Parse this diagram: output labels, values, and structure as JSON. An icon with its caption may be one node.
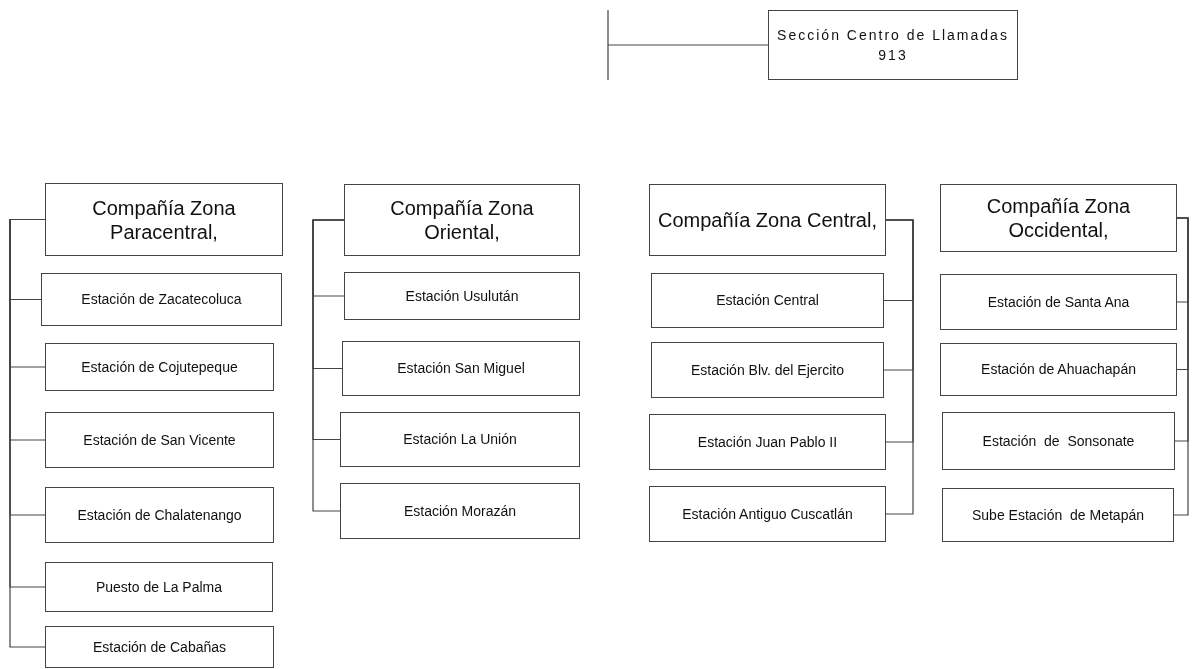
{
  "diagram": {
    "nodes": [
      {
        "text": [
          "Sección Centro de Llamadas 913"
        ]
      },
      {
        "text": [
          "Compañía Zona Paracentral,"
        ]
      },
      {
        "text": [
          "Estación de Zacatecoluca"
        ]
      },
      {
        "text": [
          "Estación de Cojutepeque"
        ]
      },
      {
        "text": [
          "Estación de San Vicente"
        ]
      },
      {
        "text": [
          "Estación de Chalatenango"
        ]
      },
      {
        "text": [
          "Puesto de La Palma"
        ]
      },
      {
        "text": [
          "Estación de Cabañas"
        ]
      },
      {
        "text": [
          "Compañía Zona Oriental,"
        ]
      },
      {
        "text": [
          "Estación Usulután"
        ]
      },
      {
        "text": [
          "Estación San Miguel"
        ]
      },
      {
        "text": [
          "Estación La Unión"
        ]
      },
      {
        "text": [
          "Estación Morazán"
        ]
      },
      {
        "text": [
          "Compañía Zona Central,"
        ]
      },
      {
        "text": [
          "Estación Central"
        ]
      },
      {
        "text": [
          "Estación Blv. del Ejercito"
        ]
      },
      {
        "text": [
          "Estación Juan Pablo II"
        ]
      },
      {
        "text": [
          "Estación Antiguo Cuscatlán"
        ]
      },
      {
        "text": [
          "Compañía Zona Occidental,"
        ]
      },
      {
        "text": [
          "Estación de Santa Ana"
        ]
      },
      {
        "text": [
          "Estación de Ahuachapán"
        ]
      },
      {
        "text": [
          "Estación  de  Sonsonate"
        ]
      },
      {
        "text": [
          "Sube Estación  de Metapán"
        ]
      }
    ],
    "edges": [
      {
        "from": null,
        "to": 0,
        "arrow": "none"
      },
      {
        "from": 1,
        "to": 2,
        "arrow": "none"
      },
      {
        "from": 1,
        "to": 3,
        "arrow": "none"
      },
      {
        "from": 1,
        "to": 4,
        "arrow": "none"
      },
      {
        "from": 1,
        "to": 5,
        "arrow": "none"
      },
      {
        "from": 1,
        "to": 6,
        "arrow": "none"
      },
      {
        "from": 1,
        "to": 7,
        "arrow": "none"
      },
      {
        "from": 8,
        "to": 9,
        "arrow": "none"
      },
      {
        "from": 8,
        "to": 10,
        "arrow": "none"
      },
      {
        "from": 8,
        "to": 11,
        "arrow": "none"
      },
      {
        "from": 8,
        "to": 12,
        "arrow": "none"
      },
      {
        "from": 13,
        "to": 14,
        "arrow": "none"
      },
      {
        "from": 13,
        "to": 15,
        "arrow": "none"
      },
      {
        "from": 13,
        "to": 16,
        "arrow": "none"
      },
      {
        "from": 13,
        "to": 17,
        "arrow": "none"
      },
      {
        "from": 18,
        "to": 19,
        "arrow": "none"
      },
      {
        "from": 18,
        "to": 20,
        "arrow": "none"
      },
      {
        "from": 18,
        "to": 21,
        "arrow": "none"
      },
      {
        "from": 18,
        "to": 22,
        "arrow": "none"
      }
    ]
  }
}
